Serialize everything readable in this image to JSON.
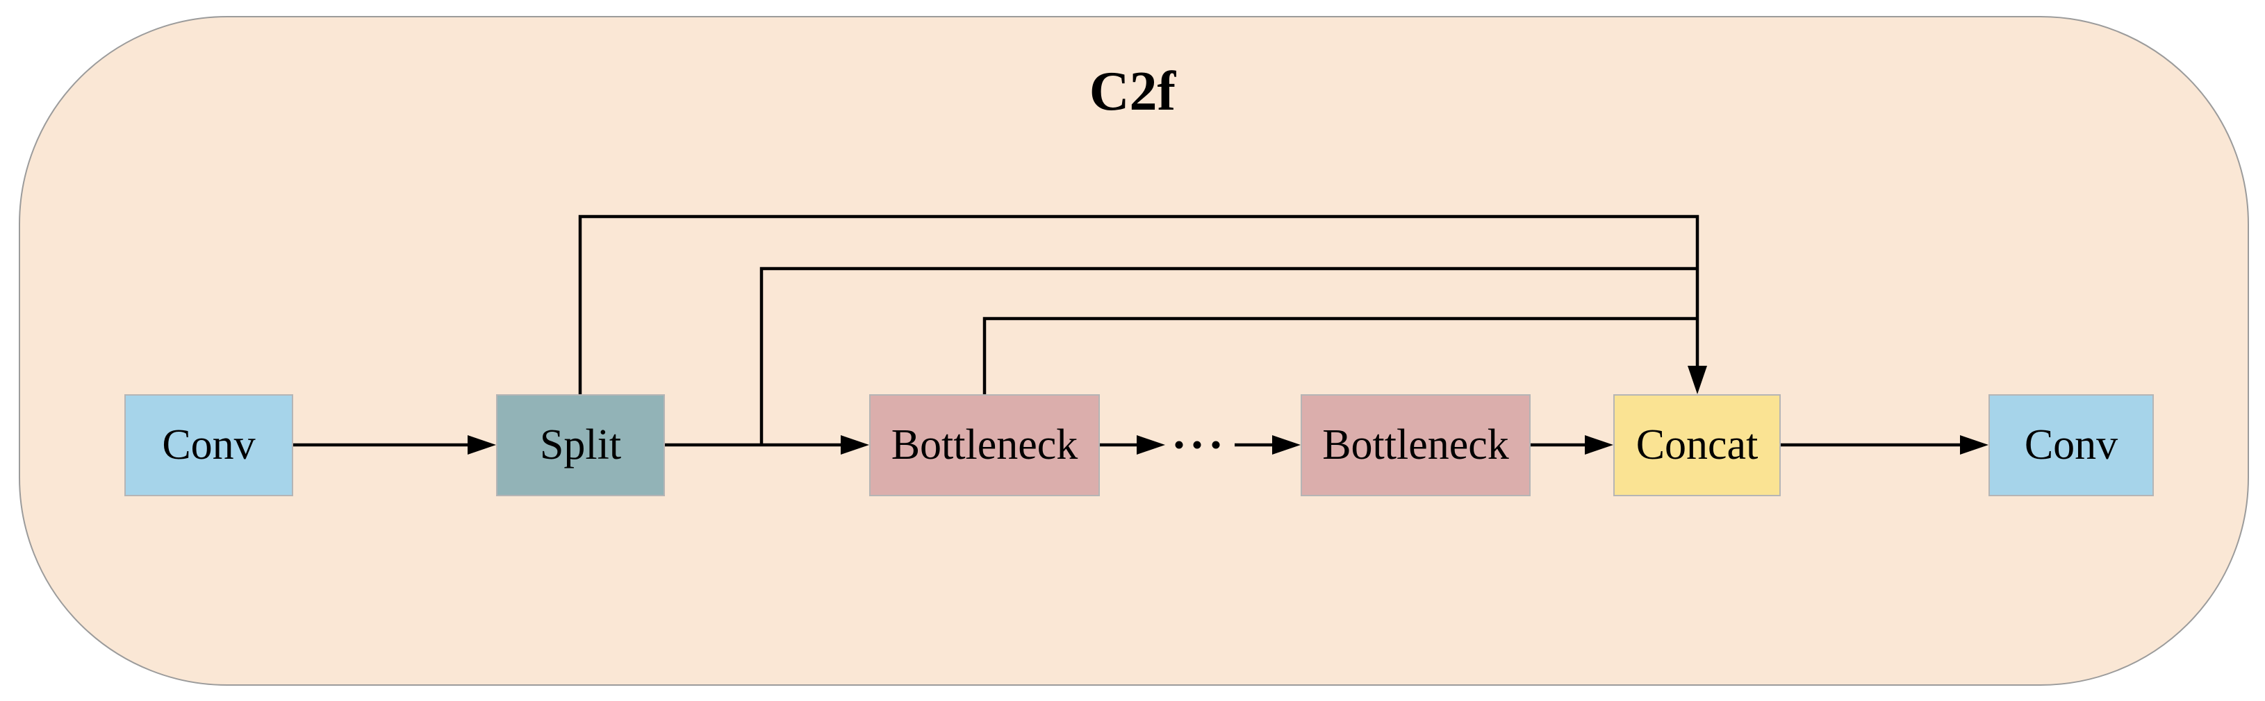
{
  "diagram": {
    "title": "C2f",
    "ellipsis": "repeat-bottleneck-ellipsis",
    "nodes": [
      {
        "id": "conv-in",
        "label": "Conv"
      },
      {
        "id": "split",
        "label": "Split"
      },
      {
        "id": "bottleneck-1",
        "label": "Bottleneck"
      },
      {
        "id": "bottleneck-2",
        "label": "Bottleneck"
      },
      {
        "id": "concat",
        "label": "Concat"
      },
      {
        "id": "conv-out",
        "label": "Conv"
      }
    ],
    "colors": {
      "container_fill": "#FAE7D5",
      "container_border": "#9B9B9B",
      "conv_fill": "#A6D4EA",
      "split_fill": "#92B3B7",
      "bottleneck_fill": "#DBAEAC",
      "concat_fill": "#FAE393",
      "node_border": "#B5B5B5",
      "wire": "#000000",
      "title_color": "#000000"
    }
  }
}
